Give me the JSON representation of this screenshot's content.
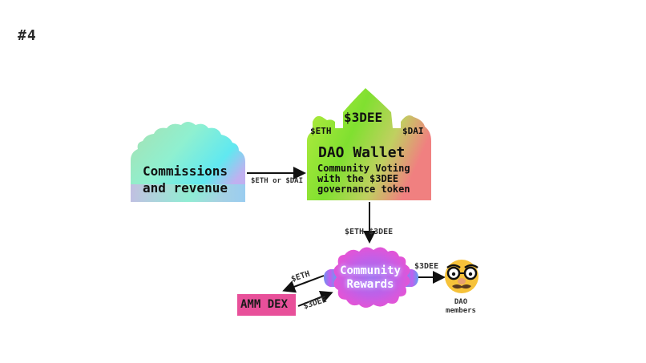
{
  "slide_number": "#4",
  "nodes": {
    "commissions": {
      "line1": "Commissions",
      "line2": "and revenue"
    },
    "wallet": {
      "token": "$3DEE",
      "eth": "$ETH",
      "dai": "$DAI",
      "title": "DAO Wallet",
      "desc_line1": "Community Voting",
      "desc_line2": "with the $3DEE",
      "desc_line3": "governance token"
    },
    "rewards": {
      "line1": "Community",
      "line2": "Rewards"
    },
    "amm": {
      "label": "AMM DEX"
    },
    "dao_members": {
      "line1": "DAO",
      "line2": "members"
    }
  },
  "edges": {
    "commissions_to_wallet": "$ETH or $DAI",
    "wallet_to_rewards": "$ETH $3DEE",
    "rewards_to_dao": "$3DEE",
    "rewards_to_amm": "$ETH",
    "amm_to_rewards": "$3DEE"
  },
  "colors": {
    "amm_fill": "#e8509a",
    "arrow": "#111111"
  },
  "icons": {
    "dao_members": "disguise-face-icon"
  }
}
